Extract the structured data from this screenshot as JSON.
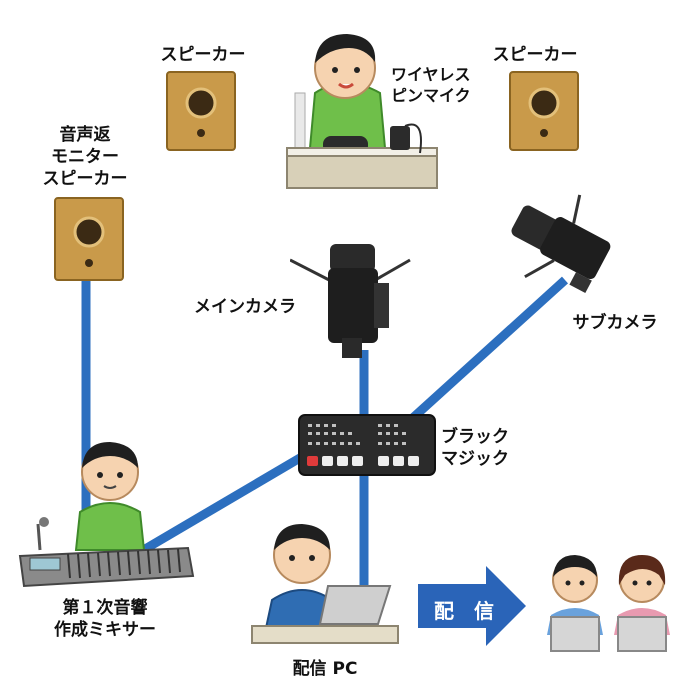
{
  "labels": {
    "speaker_left": "スピーカー",
    "speaker_right": "スピーカー",
    "wireless_mic": [
      "ワイヤレス",
      "ピンマイク"
    ],
    "monitor_speaker": [
      "音声返",
      "モニター",
      "スピーカー"
    ],
    "main_camera": "メインカメラ",
    "sub_camera": "サブカメラ",
    "blackmagic": [
      "ブラック",
      "マジック"
    ],
    "mixer": [
      "第１次音響",
      "作成ミキサー"
    ],
    "streaming_pc": "配信 PC",
    "streaming_arrow": "配　信"
  },
  "colors": {
    "cable": "#2c6fbf",
    "arrow": "#2a64b8",
    "speaker_wood": "#c99a4a",
    "shirt_green": "#6fbf4a",
    "shirt_blue": "#2f6db3"
  }
}
